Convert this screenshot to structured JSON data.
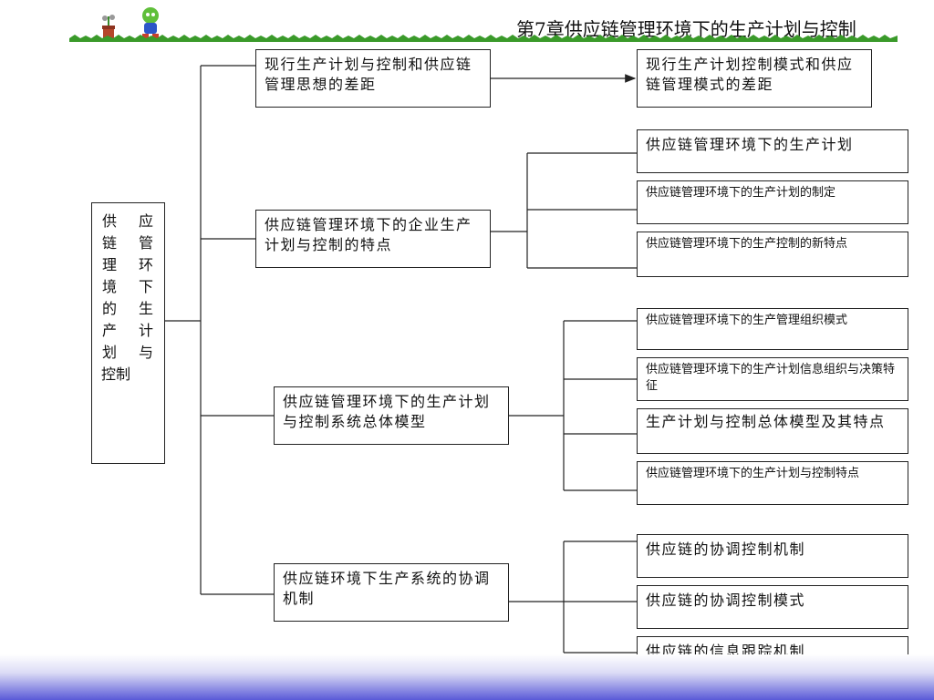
{
  "header": {
    "title": "第7章供应链管理环境下的生产计划与控制"
  },
  "root": {
    "label": "供应链管理环境下的生产计划与控制",
    "col_left": [
      "供",
      "链",
      "理",
      "境",
      "的",
      "产",
      "划",
      "控制"
    ],
    "col_right": [
      "应",
      "管",
      "环",
      "下",
      "生",
      "计",
      "与"
    ]
  },
  "branches": [
    {
      "label": "现行生产计划与控制和供应链管理思想的差距",
      "children": [
        "现行生产计划控制模式和供应链管理模式的差距"
      ]
    },
    {
      "label": "供应链管理环境下的企业生产计划与控制的特点",
      "children": [
        "供应链管理环境下的生产计划",
        "供应链管理环境下的生产计划的制定",
        "供应链管理环境下的生产控制的新特点"
      ]
    },
    {
      "label": "供应链管理环境下的生产计划与控制系统总体模型",
      "children": [
        "供应链管理环境下的生产管理组织模式",
        "供应链管理环境下的生产计划信息组织与决策特征",
        "生产计划与控制总体模型及其特点",
        "供应链管理环境下的生产计划与控制特点"
      ]
    },
    {
      "label": "供应链环境下生产系统的协调机制",
      "children": [
        "供应链的协调控制机制",
        "供应链的协调控制模式",
        "供应链的信息跟踪机制"
      ]
    }
  ],
  "colors": {
    "line": "#222222",
    "grass": "#3a9a2a",
    "footer_blue": "#5a5ad8"
  },
  "icons": [
    "flower-pot-icon",
    "mascot-icon",
    "grass-divider"
  ]
}
